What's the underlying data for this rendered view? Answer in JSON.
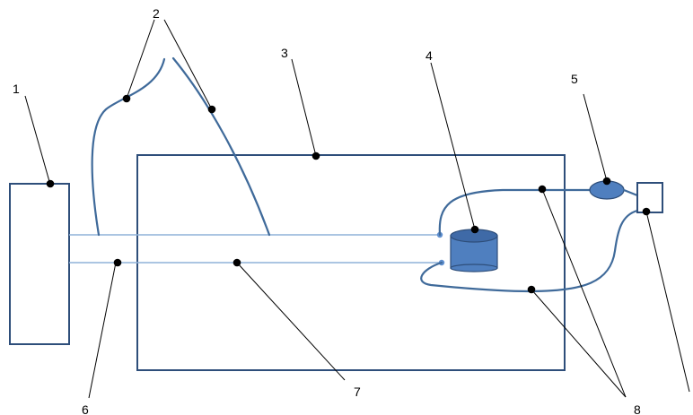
{
  "labels": {
    "n1": "1",
    "n2": "2",
    "n3": "3",
    "n4": "4",
    "n5": "5",
    "n6": "6",
    "n7": "7",
    "n8": "8"
  },
  "colors": {
    "line": "#3f6a9a",
    "thin_line": "#8fb2d8",
    "fill": "#4f7fbf",
    "frame": "#2e4e7a"
  }
}
